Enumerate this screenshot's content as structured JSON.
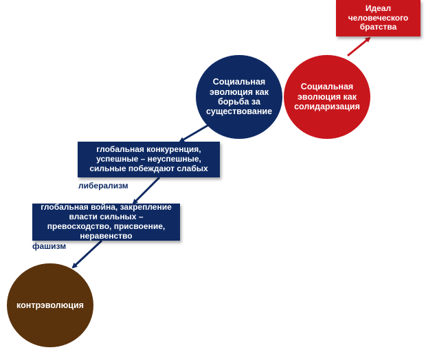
{
  "nodes": {
    "ideal": "Идеал человеческого братства",
    "evolution_struggle": "Социальная эволюция как борьба за существование",
    "evolution_solidarity": "Социальная эволюция как солидаризация",
    "global_competition": "глобальная конкуренция, успешные – неуспешные, сильные побеждают слабых",
    "global_war": "глобальная война, закрепление власти сильных – превосходство, присвоение, неравенство",
    "counterevolution": "контрэволюция"
  },
  "labels": {
    "liberalism": "либерализм",
    "fascism": "фашизм"
  },
  "colors": {
    "navy": "#0f2a63",
    "red": "#c8161d",
    "brown": "#5a320c"
  }
}
